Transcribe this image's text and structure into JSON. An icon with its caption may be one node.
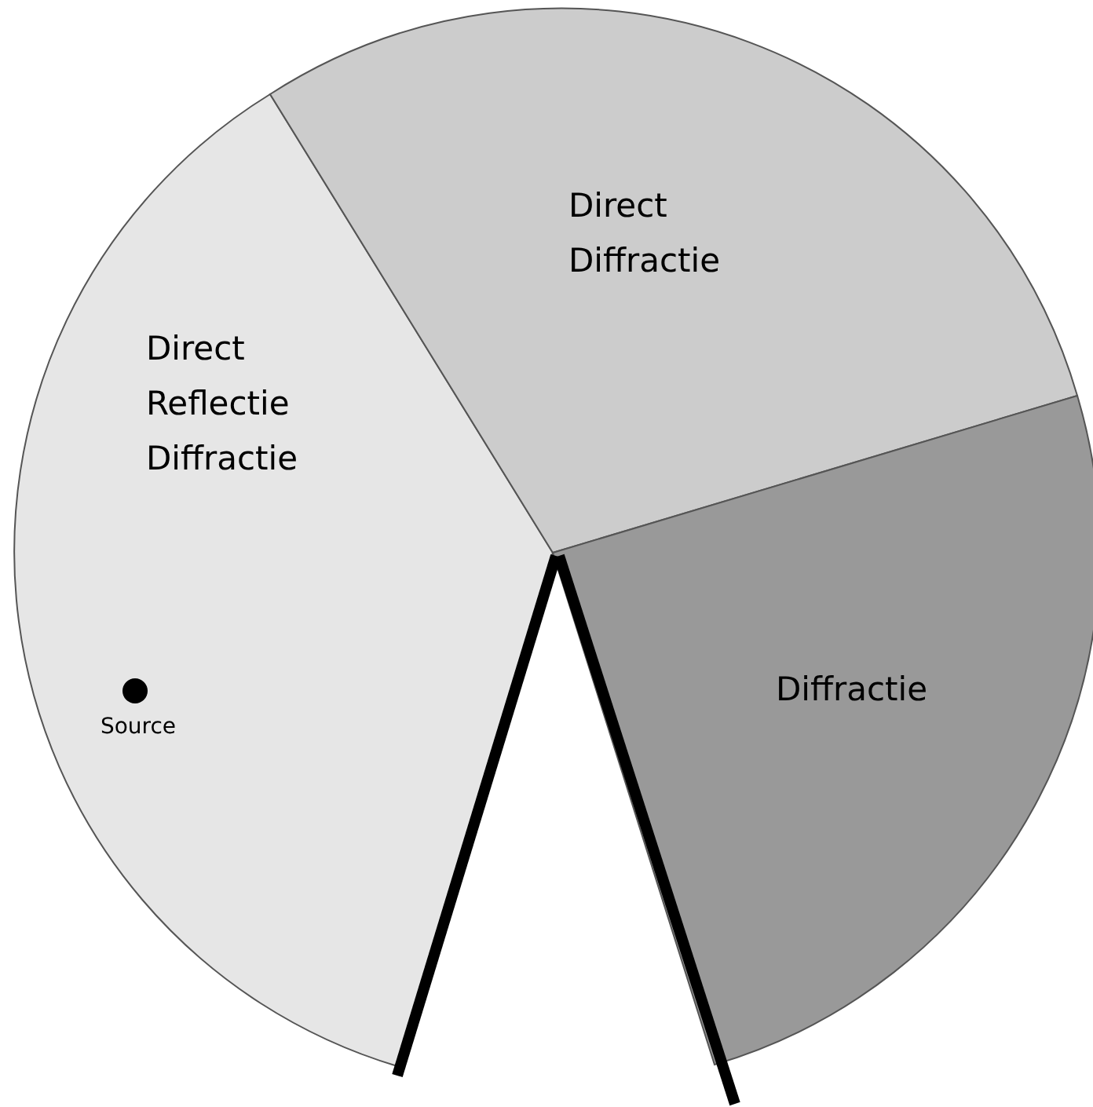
{
  "diagram": {
    "nodes": [
      {
        "text": [
          "Direct Reflectie Diffractie"
        ]
      },
      {
        "text": [
          "Direct Diffractie"
        ]
      },
      {
        "text": [
          "Diffractie"
        ]
      },
      {
        "text": [],
        "shape": "circle",
        "beside": [
          "Source"
        ],
        "in": 0
      }
    ]
  }
}
